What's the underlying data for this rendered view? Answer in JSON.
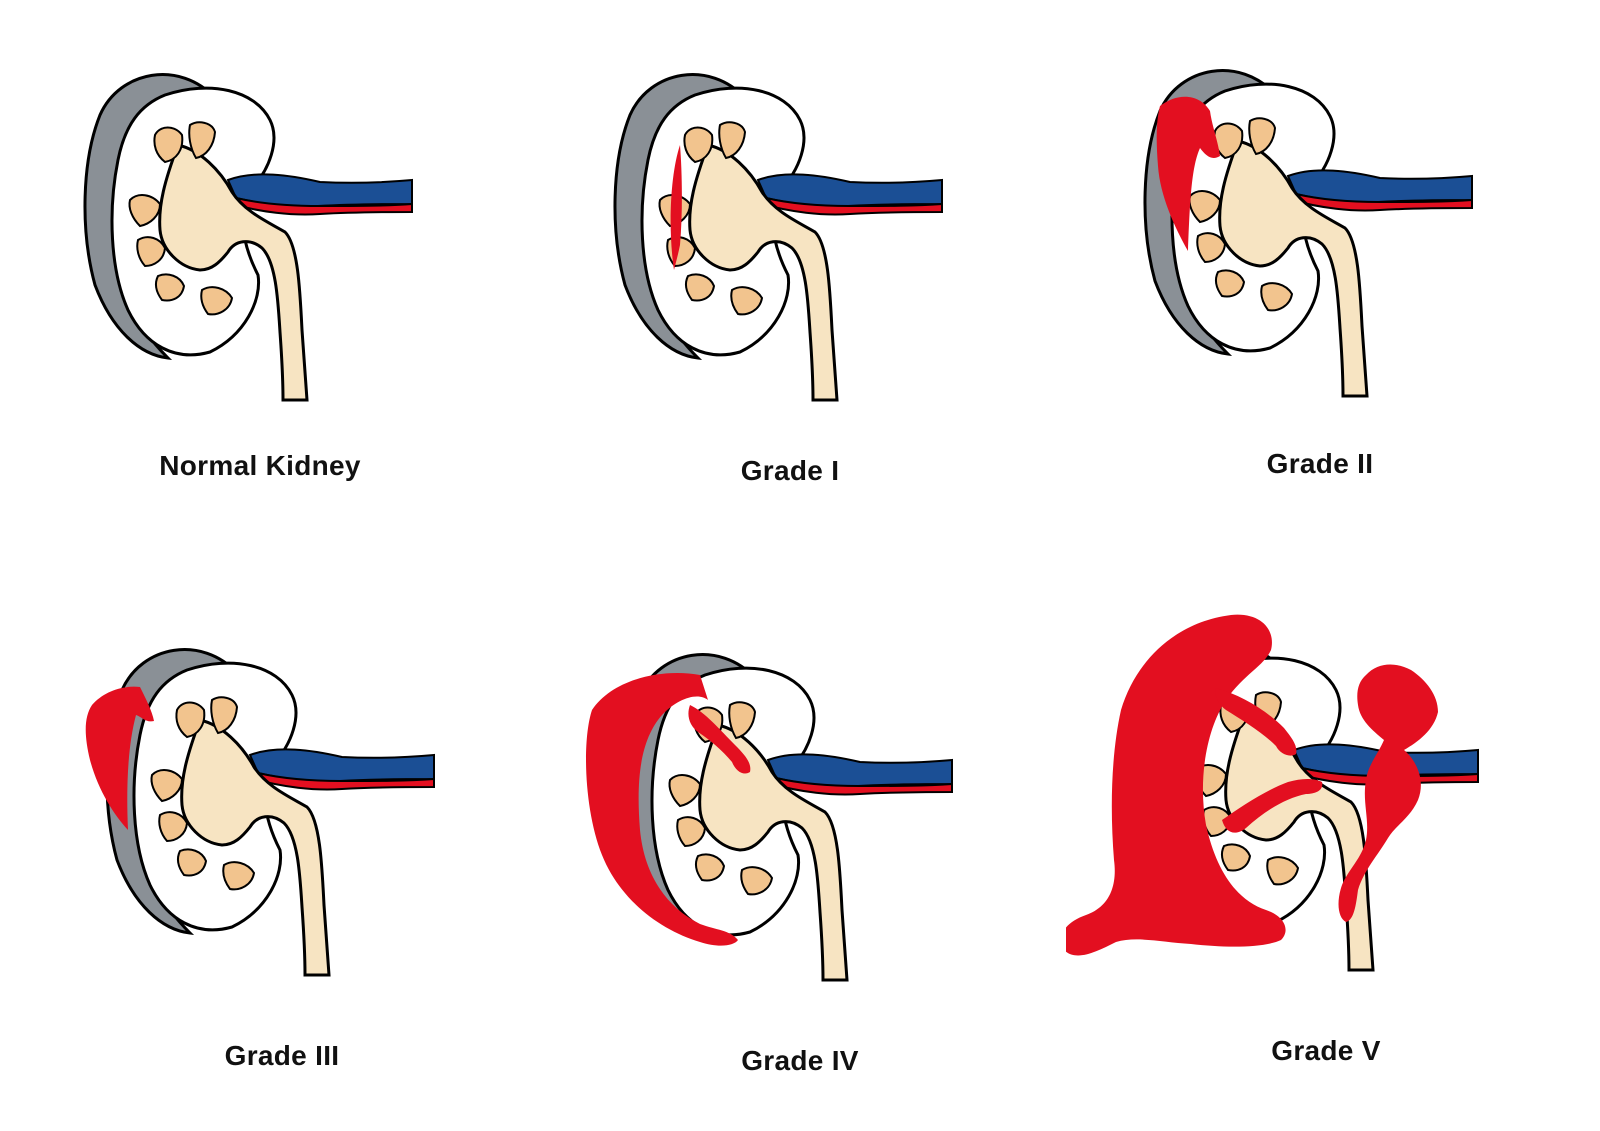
{
  "colors": {
    "capsule": "#8a9096",
    "cortex": "#ffffff",
    "pelvis": "#f7e4c2",
    "pyramid": "#f2c48e",
    "vein": "#1b4f95",
    "artery": "#e30f20",
    "hematoma": "#e30f20",
    "outline": "#000000"
  },
  "panels": [
    {
      "label": "Normal Kidney",
      "capsule_hematoma": "none",
      "laceration": "none",
      "hilar_injury": false,
      "icon": "kidney-icon"
    },
    {
      "label": "Grade I",
      "capsule_hematoma": "subcapsular",
      "laceration": "none",
      "hilar_injury": false,
      "icon": "kidney-icon"
    },
    {
      "label": "Grade II",
      "capsule_hematoma": "perirenal-small",
      "laceration": "none",
      "hilar_injury": false,
      "icon": "kidney-icon"
    },
    {
      "label": "Grade III",
      "capsule_hematoma": "perirenal",
      "laceration": "none",
      "hilar_injury": false,
      "icon": "kidney-icon"
    },
    {
      "label": "Grade IV",
      "capsule_hematoma": "perirenal-large",
      "laceration": "into-collecting-system",
      "hilar_injury": false,
      "icon": "kidney-icon"
    },
    {
      "label": "Grade V",
      "capsule_hematoma": "massive",
      "laceration": "shattered",
      "hilar_injury": true,
      "icon": "kidney-icon"
    }
  ]
}
